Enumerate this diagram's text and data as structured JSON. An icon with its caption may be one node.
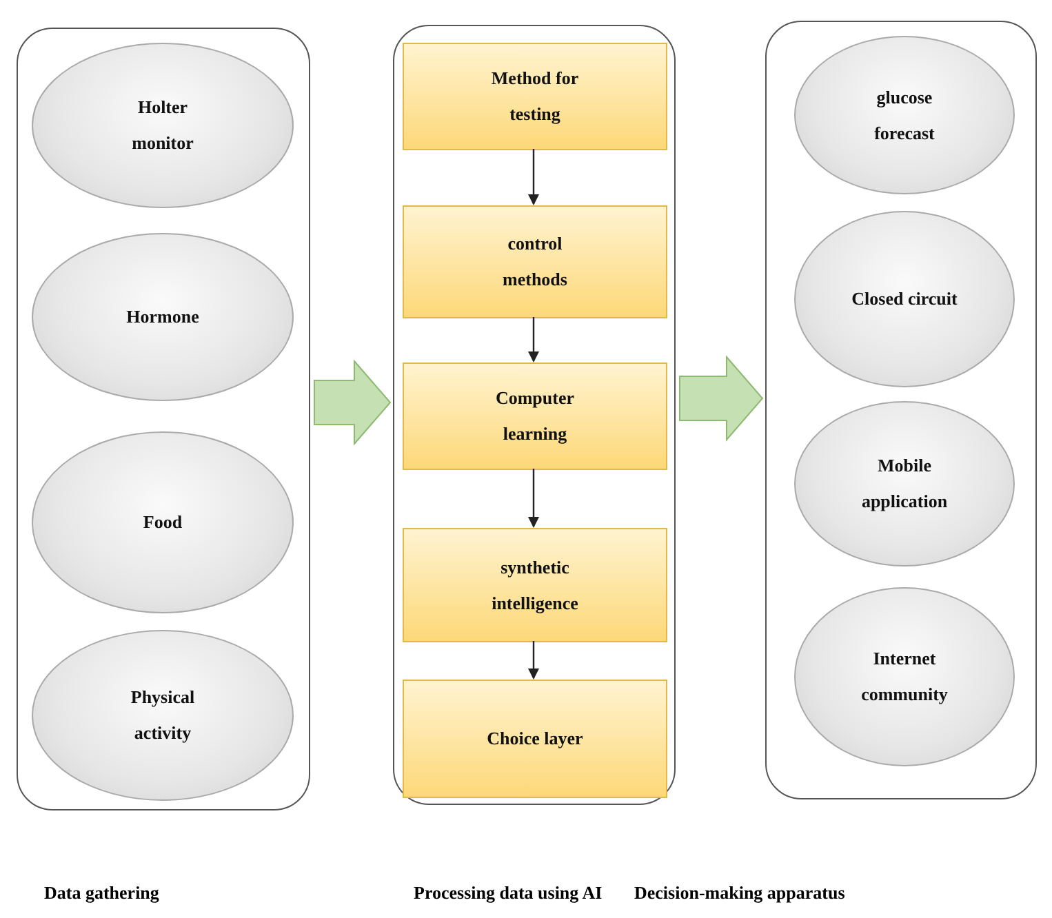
{
  "diagram": {
    "nodes": [
      {
        "text": [],
        "shape": "box"
      },
      {
        "text": [
          "Holter monitor"
        ],
        "in": 0
      },
      {
        "text": [
          "Hormone"
        ],
        "in": 0
      },
      {
        "text": [
          "Food"
        ],
        "in": 0
      },
      {
        "text": [
          "Physical activity"
        ],
        "in": 0
      },
      {
        "text": [],
        "shape": "box"
      },
      {
        "text": [
          "Method for testing"
        ],
        "in": 5
      },
      {
        "text": [
          "control methods"
        ],
        "in": 5
      },
      {
        "text": [
          "Computer learning"
        ],
        "in": 5
      },
      {
        "text": [
          "synthetic intelligence"
        ],
        "in": 5
      },
      {
        "text": [
          "Choice layer"
        ],
        "in": 5
      },
      {
        "text": [],
        "shape": "box"
      },
      {
        "text": [
          "glucose forecast"
        ],
        "in": 11
      },
      {
        "text": [
          "Closed circuit"
        ],
        "in": 11
      },
      {
        "text": [
          "Mobile application"
        ],
        "in": 11
      },
      {
        "text": [
          "Internet community"
        ],
        "in": 11
      }
    ],
    "edges": [
      {
        "from": 6,
        "to": 7,
        "arrow": "to"
      },
      {
        "from": 7,
        "to": 8,
        "arrow": "to"
      },
      {
        "from": 8,
        "to": 9,
        "arrow": "to"
      },
      {
        "from": 9,
        "to": 10,
        "arrow": "to"
      },
      {
        "from": 0,
        "to": 5,
        "arrow": "to",
        "style": "thick",
        "color": "#c5e0b3"
      },
      {
        "from": 5,
        "to": 11,
        "arrow": "to",
        "style": "thick",
        "color": "#c5e0b3"
      }
    ],
    "labels": [
      "Data gathering",
      "Processing data using AI",
      "Decision-making apparatus"
    ]
  }
}
